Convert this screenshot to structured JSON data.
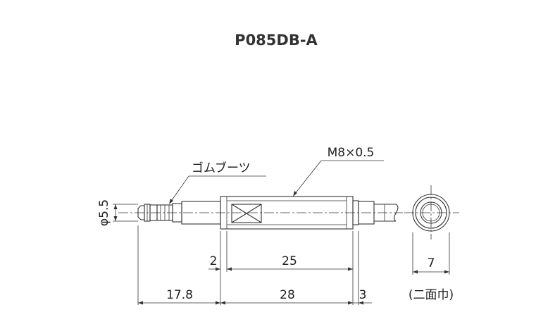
{
  "title": "P085DB-A",
  "labels": {
    "rubber_boot": "ゴムブーツ",
    "thread": "M8×0.5",
    "diameter": "φ5.5",
    "dim_2": "2",
    "dim_25": "25",
    "dim_17_8": "17.8",
    "dim_28": "28",
    "dim_3": "3",
    "dim_7": "7",
    "across_flats": "(二面巾)"
  },
  "colors": {
    "line": "#333333",
    "text": "#222222"
  }
}
